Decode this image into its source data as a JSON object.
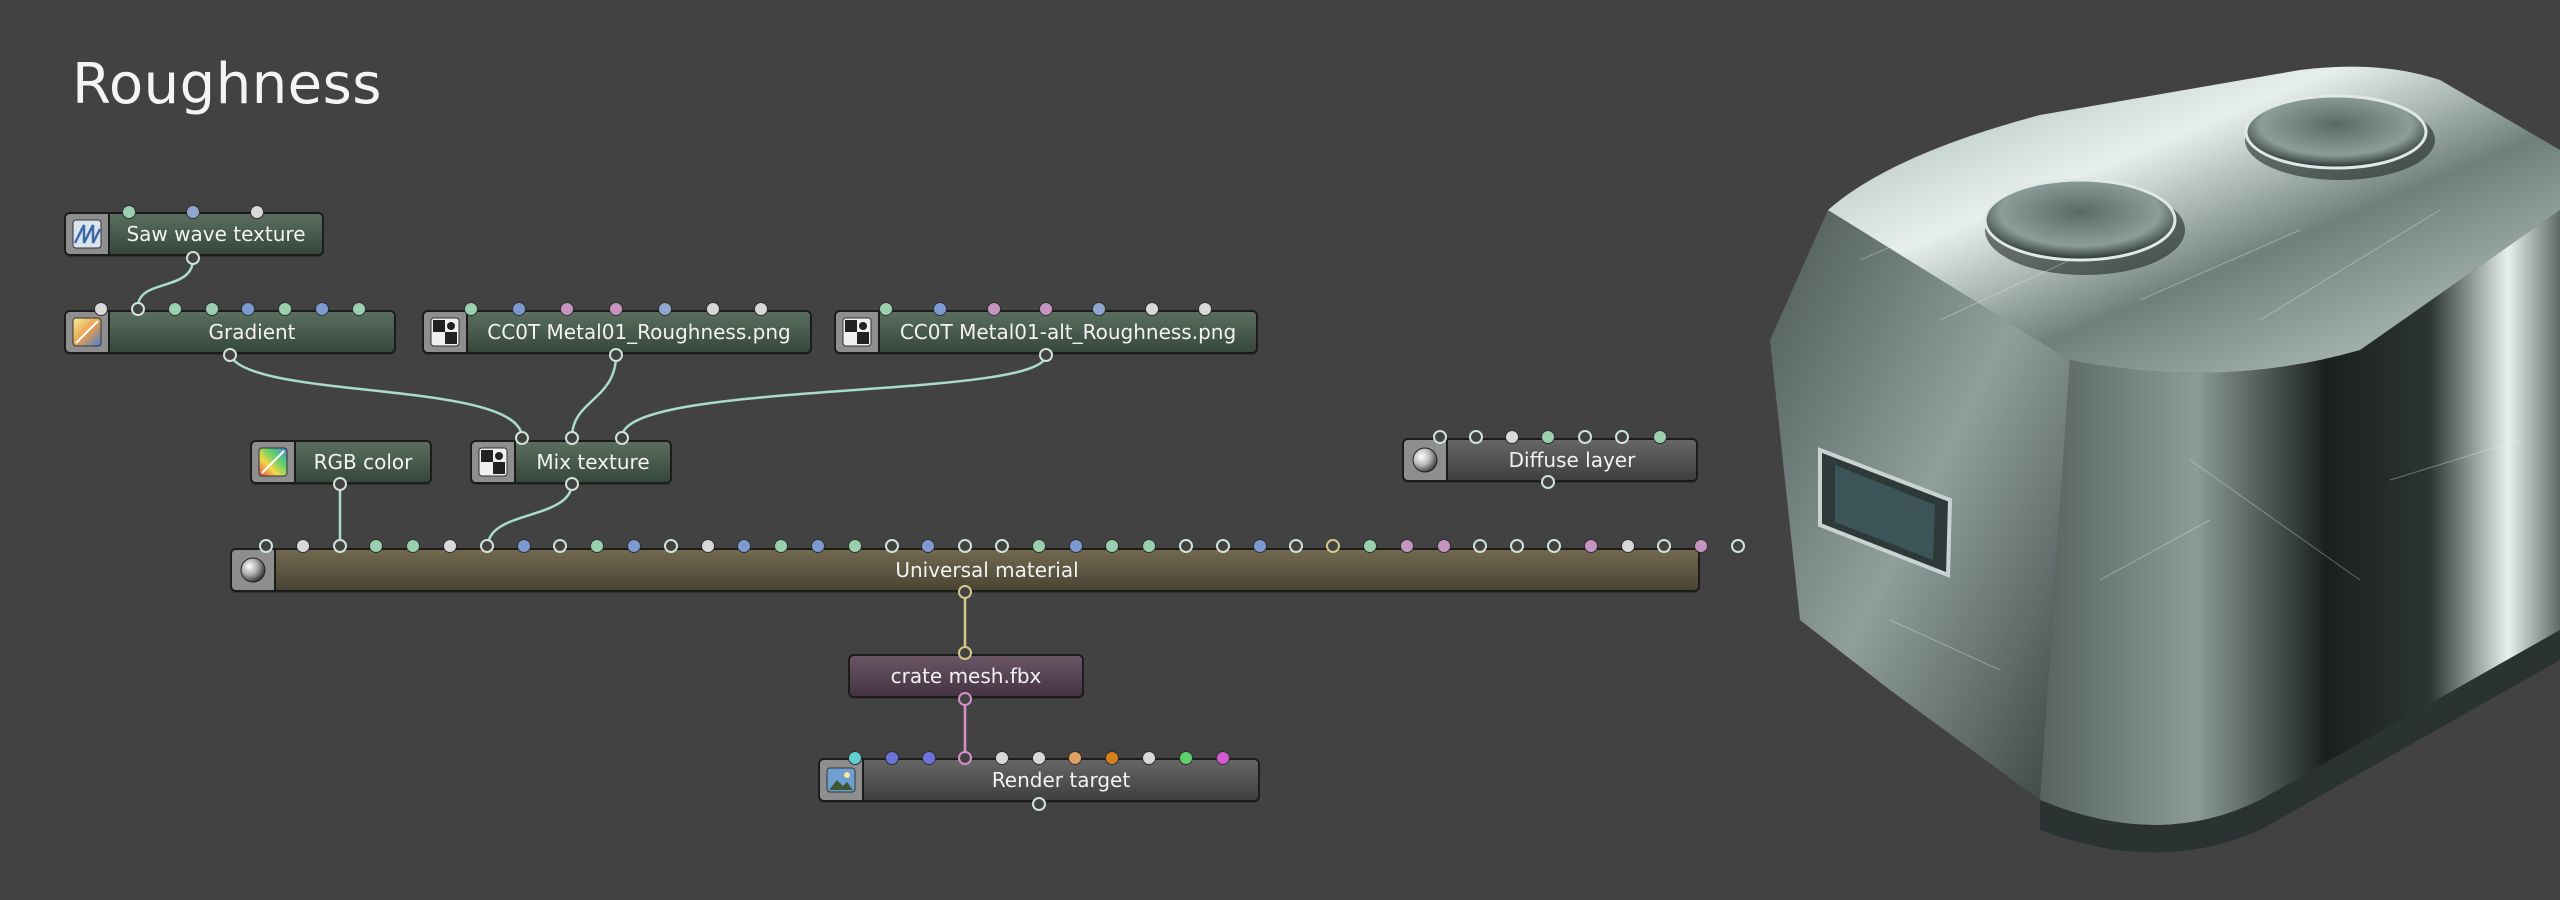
{
  "page": {
    "title": "Roughness"
  },
  "nodes": {
    "saw_wave": {
      "label": "Saw wave texture",
      "icon": "saw-wave-texture-icon"
    },
    "gradient": {
      "label": "Gradient",
      "icon": "gradient-texture-icon"
    },
    "metal_roughness": {
      "label": "CC0T Metal01_Roughness.png",
      "icon": "image-texture-icon"
    },
    "metal_alt_roughness": {
      "label": "CC0T Metal01-alt_Roughness.png",
      "icon": "image-texture-icon"
    },
    "rgb_color": {
      "label": "RGB color",
      "icon": "rgb-color-icon"
    },
    "mix_texture": {
      "label": "Mix texture",
      "icon": "mix-texture-icon"
    },
    "diffuse_layer": {
      "label": "Diffuse layer",
      "icon": "material-sphere-icon"
    },
    "universal_material": {
      "label": "Universal material",
      "icon": "material-sphere-icon"
    },
    "crate_mesh": {
      "label": "crate mesh.fbx"
    },
    "render_target": {
      "label": "Render target",
      "icon": "render-target-icon"
    }
  },
  "colors": {
    "background": "#424242",
    "wire": "#a9dcc9",
    "texture_node": "#4a5c4f",
    "material_node": "#5e5843",
    "mesh_node": "#574553",
    "mesh_wire": "#d68fc9",
    "material_wire": "#d4c98a"
  },
  "preview": {
    "subject": "metal crate render",
    "icon": "render-preview-image"
  }
}
